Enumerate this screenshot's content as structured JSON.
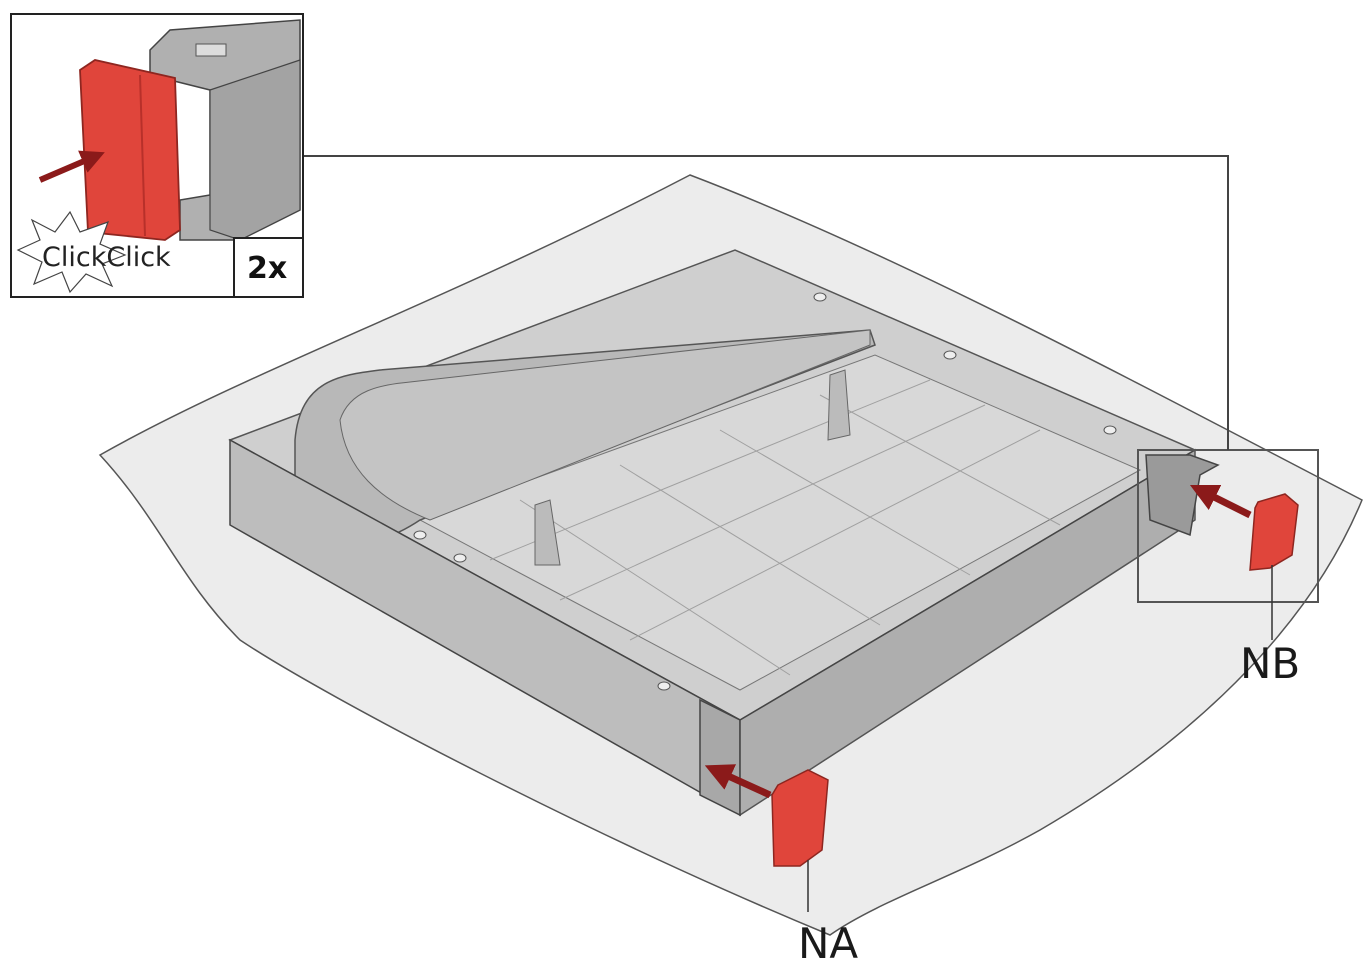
{
  "inset": {
    "sound_text": "ClickClick",
    "multiplier": "2x"
  },
  "labels": {
    "part_a": "NA",
    "part_b": "NB"
  },
  "colors": {
    "part_red": "#e0453b",
    "part_red_dark": "#b8302a",
    "arrow": "#8b1a1a",
    "tray_gray": "#a8a8a8",
    "sheet_gray": "#ececec",
    "outline": "#444444"
  }
}
